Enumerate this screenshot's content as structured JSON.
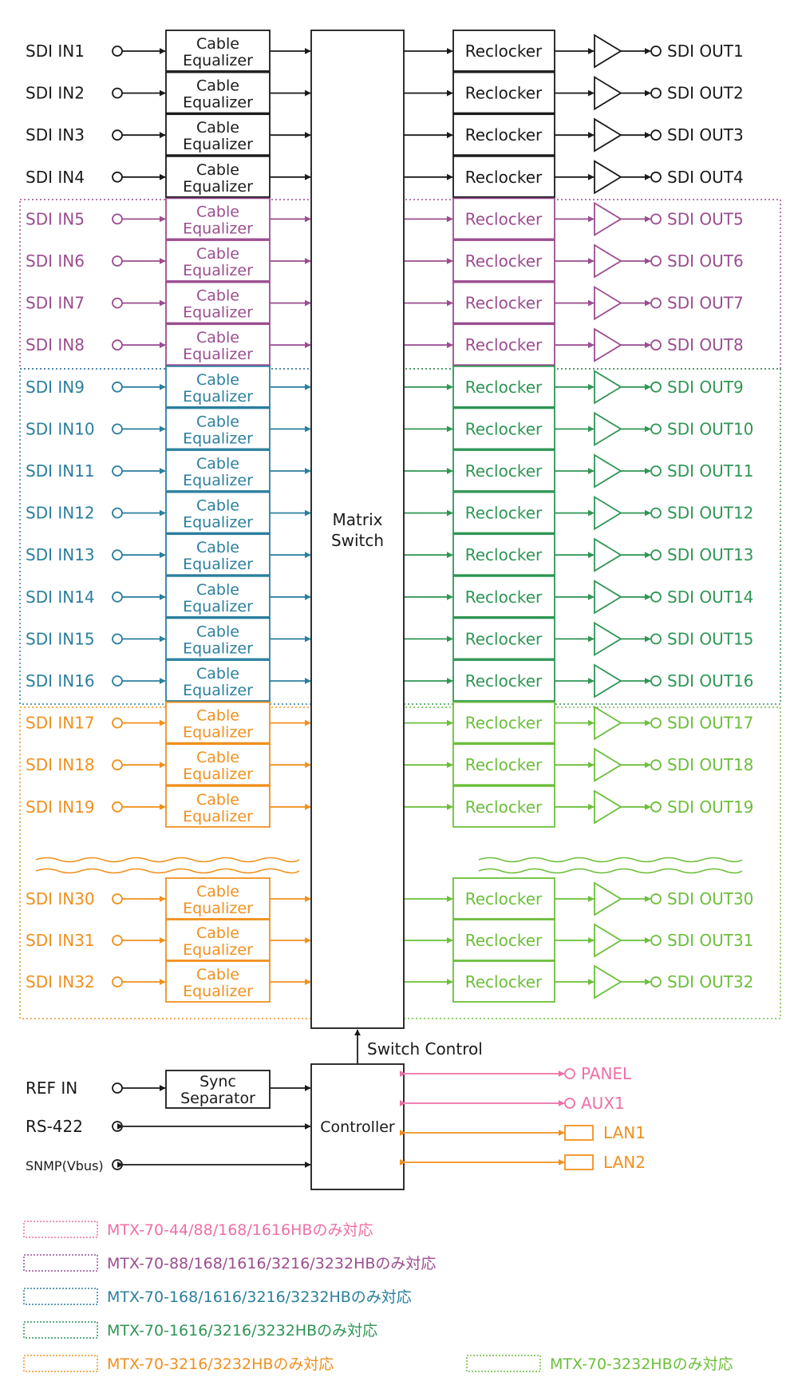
{
  "colors": {
    "black": "#1a1a1a",
    "purple": "#9b4d8f",
    "blue": "#2b7f9e",
    "dark_green": "#2f9655",
    "orange": "#f0901e",
    "light_green": "#6cbf3a",
    "pink": "#ee6fa7"
  },
  "inputs": [
    {
      "label": "SDI IN1",
      "color": "black"
    },
    {
      "label": "SDI IN2",
      "color": "black"
    },
    {
      "label": "SDI IN3",
      "color": "black"
    },
    {
      "label": "SDI IN4",
      "color": "black"
    },
    {
      "label": "SDI IN5",
      "color": "purple"
    },
    {
      "label": "SDI IN6",
      "color": "purple"
    },
    {
      "label": "SDI IN7",
      "color": "purple"
    },
    {
      "label": "SDI IN8",
      "color": "purple"
    },
    {
      "label": "SDI IN9",
      "color": "blue"
    },
    {
      "label": "SDI IN10",
      "color": "blue"
    },
    {
      "label": "SDI IN11",
      "color": "blue"
    },
    {
      "label": "SDI IN12",
      "color": "blue"
    },
    {
      "label": "SDI IN13",
      "color": "blue"
    },
    {
      "label": "SDI IN14",
      "color": "blue"
    },
    {
      "label": "SDI IN15",
      "color": "blue"
    },
    {
      "label": "SDI IN16",
      "color": "blue"
    },
    {
      "label": "SDI IN17",
      "color": "orange"
    },
    {
      "label": "SDI IN18",
      "color": "orange"
    },
    {
      "label": "SDI IN19",
      "color": "orange"
    },
    {
      "label": "SDI IN30",
      "color": "orange"
    },
    {
      "label": "SDI IN31",
      "color": "orange"
    },
    {
      "label": "SDI IN32",
      "color": "orange"
    }
  ],
  "outputs": [
    {
      "label": "SDI OUT1",
      "color": "black"
    },
    {
      "label": "SDI OUT2",
      "color": "black"
    },
    {
      "label": "SDI OUT3",
      "color": "black"
    },
    {
      "label": "SDI OUT4",
      "color": "black"
    },
    {
      "label": "SDI OUT5",
      "color": "purple"
    },
    {
      "label": "SDI OUT6",
      "color": "purple"
    },
    {
      "label": "SDI OUT7",
      "color": "purple"
    },
    {
      "label": "SDI OUT8",
      "color": "purple"
    },
    {
      "label": "SDI OUT9",
      "color": "dark_green"
    },
    {
      "label": "SDI OUT10",
      "color": "dark_green"
    },
    {
      "label": "SDI OUT11",
      "color": "dark_green"
    },
    {
      "label": "SDI OUT12",
      "color": "dark_green"
    },
    {
      "label": "SDI OUT13",
      "color": "dark_green"
    },
    {
      "label": "SDI OUT14",
      "color": "dark_green"
    },
    {
      "label": "SDI OUT15",
      "color": "dark_green"
    },
    {
      "label": "SDI OUT16",
      "color": "dark_green"
    },
    {
      "label": "SDI OUT17",
      "color": "light_green"
    },
    {
      "label": "SDI OUT18",
      "color": "light_green"
    },
    {
      "label": "SDI OUT19",
      "color": "light_green"
    },
    {
      "label": "SDI OUT30",
      "color": "light_green"
    },
    {
      "label": "SDI OUT31",
      "color": "light_green"
    },
    {
      "label": "SDI OUT32",
      "color": "light_green"
    }
  ],
  "blocks": {
    "equalizer_line1": "Cable",
    "equalizer_line2": "Equalizer",
    "reclocker": "Reclocker",
    "matrix_line1": "Matrix",
    "matrix_line2": "Switch",
    "switch_control": "Switch Control",
    "sync_line1": "Sync",
    "sync_line2": "Separator",
    "controller": "Controller"
  },
  "control_inputs": [
    {
      "label": "REF IN"
    },
    {
      "label": "RS-422"
    },
    {
      "label": "SNMP(Vbus)"
    }
  ],
  "control_ports": [
    {
      "label": "PANEL",
      "color": "pink",
      "kind": "circle"
    },
    {
      "label": "AUX1",
      "color": "pink",
      "kind": "circle"
    },
    {
      "label": "LAN1",
      "color": "orange",
      "kind": "box"
    },
    {
      "label": "LAN2",
      "color": "orange",
      "kind": "box"
    }
  ],
  "legend": [
    {
      "label": "MTX-70-44/88/168/1616HBのみ対応",
      "color": "pink"
    },
    {
      "label": "MTX-70-88/168/1616/3216/3232HBのみ対応",
      "color": "purple"
    },
    {
      "label": "MTX-70-168/1616/3216/3232HBのみ対応",
      "color": "blue"
    },
    {
      "label": "MTX-70-1616/3216/3232HBのみ対応",
      "color": "dark_green"
    },
    {
      "label": "MTX-70-3216/3232HBのみ対応",
      "color": "orange"
    },
    {
      "label": "MTX-70-3232HBのみ対応",
      "color": "light_green"
    }
  ]
}
